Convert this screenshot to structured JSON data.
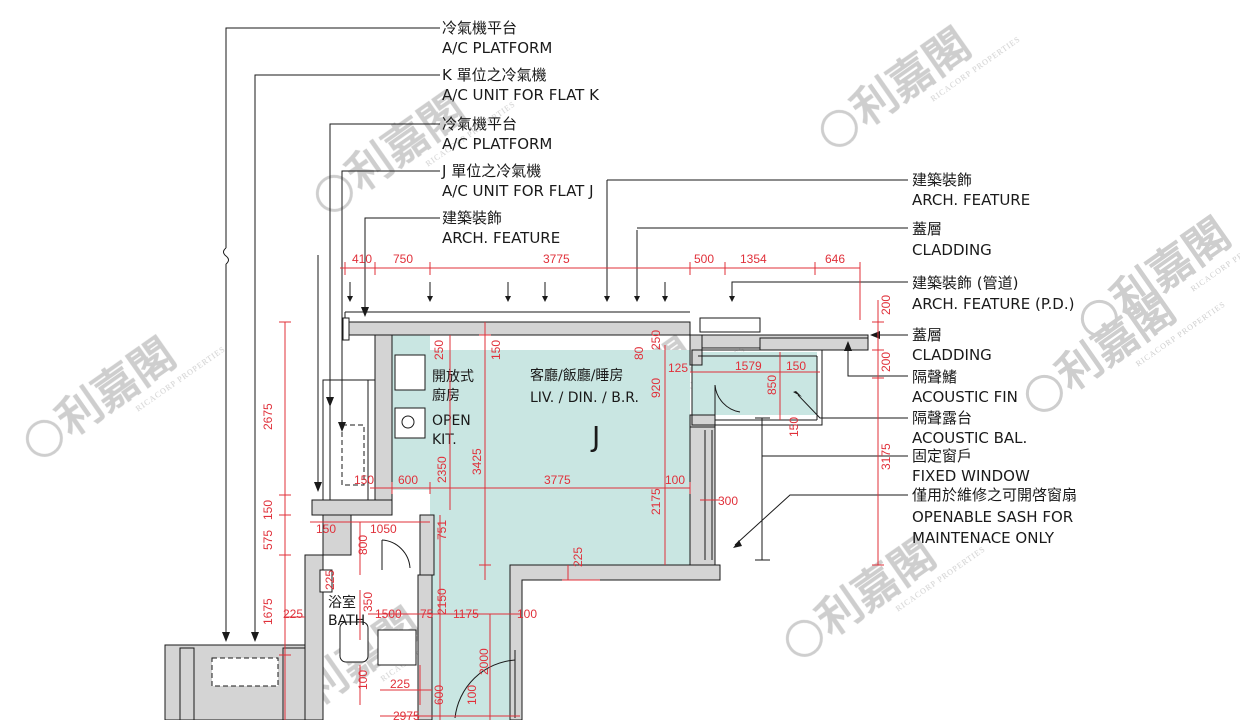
{
  "callouts_left": [
    {
      "zh": "冷氣機平台",
      "en": "A/C PLATFORM"
    },
    {
      "zh": "K 單位之冷氣機",
      "en": "A/C UNIT FOR FLAT K"
    },
    {
      "zh": "冷氣機平台",
      "en": "A/C PLATFORM"
    },
    {
      "zh": "J 單位之冷氣機",
      "en": "A/C UNIT FOR FLAT J"
    },
    {
      "zh": "建築裝飾",
      "en": "ARCH. FEATURE"
    }
  ],
  "callouts_right": [
    {
      "zh": "建築裝飾",
      "en": "ARCH. FEATURE"
    },
    {
      "zh": "蓋層",
      "en": "CLADDING"
    },
    {
      "zh": "建築裝飾 (管道)",
      "en": "ARCH. FEATURE (P.D.)"
    },
    {
      "zh": "蓋層",
      "en": "CLADDING"
    },
    {
      "zh": "隔聲鰭",
      "en": "ACOUSTIC FIN"
    },
    {
      "zh": "隔聲露台",
      "en": "ACOUSTIC BAL."
    },
    {
      "zh": "固定窗戶",
      "en": "FIXED WINDOW"
    },
    {
      "zh": "僅用於維修之可開啓窗扇",
      "en": "OPENABLE SASH FOR",
      "en2": "MAINTENACE ONLY"
    }
  ],
  "rooms": {
    "kitchen_zh1": "開放式",
    "kitchen_zh2": "廚房",
    "kitchen_en1": "OPEN",
    "kitchen_en2": "KIT.",
    "living_zh": "客廳/飯廳/睡房",
    "living_en": "LIV. / DIN. / B.R.",
    "flat": "J",
    "bath_zh": "浴室",
    "bath_en": "BATH"
  },
  "dimensions": {
    "top_410": "410",
    "top_750": "750",
    "top_3775": "3775",
    "top_500": "500",
    "top_1354": "1354",
    "top_646": "646",
    "v_250a": "250",
    "v_150a": "150",
    "v_80": "80",
    "v_250b": "250",
    "v_920": "920",
    "h_125": "125",
    "h_1579": "1579",
    "h_150": "150",
    "v_850": "850",
    "v_150b": "150",
    "v_200a": "200",
    "v_200b": "200",
    "v_3175": "3175",
    "v_2675": "2675",
    "v_3425": "3425",
    "v_2350": "2350",
    "h_150b": "150",
    "h_600": "600",
    "h_3775b": "3775",
    "h_100": "100",
    "v_2175": "2175",
    "h_300": "300",
    "v_575": "575",
    "v_150c": "150",
    "h_150c": "150",
    "h_1050": "1050",
    "v_800": "800",
    "v_751": "751",
    "v_225a": "225",
    "v_2150": "2150",
    "v_1675": "1675",
    "h_225": "225",
    "v_225b": "225",
    "v_350": "350",
    "h_1500": "1500",
    "h_75": "75",
    "h_1175": "1175",
    "h_100b": "100",
    "v_2000": "2000",
    "v_100a": "100",
    "h_225b": "225",
    "v_600": "600",
    "v_100b": "100",
    "h_2975": "2975"
  },
  "watermark": {
    "brand": "利嘉閣",
    "sub": "RICACORP PROPERTIES",
    "color": "#c9c9c9"
  },
  "colors": {
    "floor": "#c9e6e2",
    "dimension": "#e0303a",
    "wall": "#d4d4d4"
  }
}
